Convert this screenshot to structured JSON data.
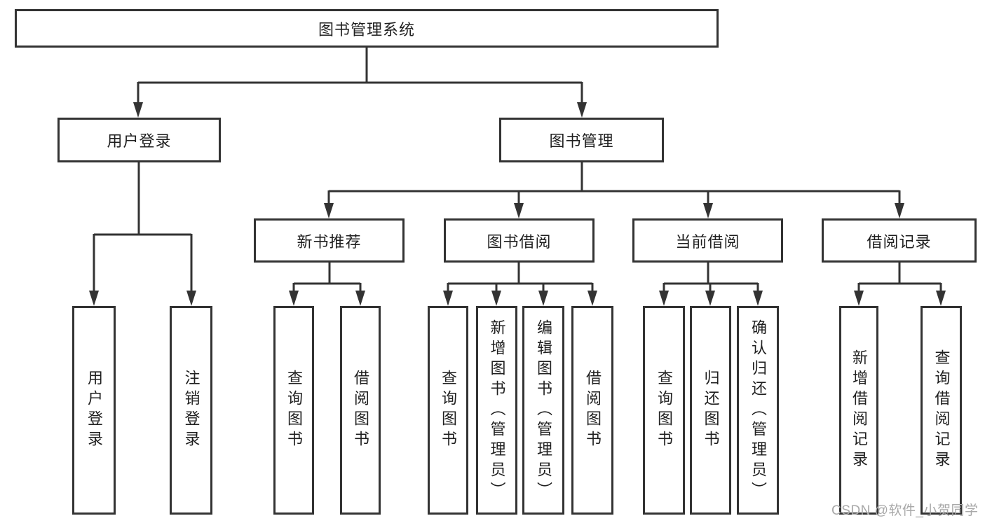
{
  "diagram": {
    "type": "hierarchy-flowchart",
    "colors": {
      "line": "#333333",
      "box_border": "#333333",
      "text": "#1f1f1f",
      "watermark": "#a8a8a8",
      "background": "#ffffff"
    },
    "tree": {
      "root": "图书管理系统",
      "level2": [
        "用户登录",
        "图书管理"
      ],
      "level3": [
        "新书推荐",
        "图书借阅",
        "当前借阅",
        "借阅记录"
      ],
      "leaves": [
        "用户登录",
        "注销登录",
        "查询图书",
        "借阅图书",
        "查询图书",
        "新增图书（管理员）",
        "编辑图书（管理员）",
        "借阅图书",
        "查询图书",
        "归还图书",
        "确认归还（管理员）",
        "新增借阅记录",
        "查询借阅记录"
      ]
    },
    "hierarchy": {
      "图书管理系统": {
        "用户登录": [
          "用户登录",
          "注销登录"
        ],
        "图书管理": {
          "新书推荐": [
            "查询图书",
            "借阅图书"
          ],
          "图书借阅": [
            "查询图书",
            "新增图书（管理员）",
            "编辑图书（管理员）",
            "借阅图书"
          ],
          "当前借阅": [
            "查询图书",
            "归还图书",
            "确认归还（管理员）"
          ],
          "借阅记录": [
            "新增借阅记录",
            "查询借阅记录"
          ]
        }
      }
    },
    "watermark": "CSDN @软件_小贺同学"
  }
}
